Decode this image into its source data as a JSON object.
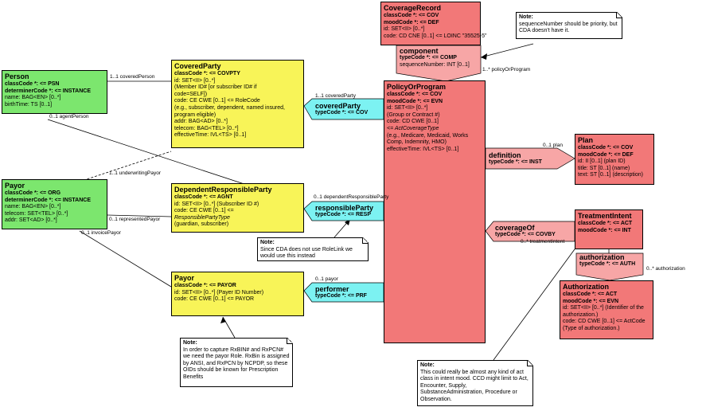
{
  "coverage_record": {
    "title": "CoverageRecord",
    "class_code": "classCode *: <= COV",
    "mood_code": "moodCode *: <= DEF",
    "id": "id: SET<II> [0..*]",
    "code": "code: CD CNE [0..1] <= LOINC \"35525-5\""
  },
  "component": {
    "title": "component",
    "type_code": "typeCode *: <= COMP",
    "seq": "sequenceNumber: INT [0..1]"
  },
  "policy": {
    "title": "PolicyOrProgram",
    "class_code": "classCode *: <= COV",
    "mood_code": "moodCode *: <= EVN",
    "lines": [
      "id: SET<II> [0..*]",
      "(Group or Contract #)",
      "code: CD CWE [0..1]",
      "<= ActCoverageType",
      "(e.g., Medicare, Medicaid, Works",
      "Comp, Indemnity, HMO)",
      "effectiveTime: IVL<TS> [0..1]"
    ]
  },
  "person": {
    "title": "Person",
    "class_code": "classCode *: <= PSN",
    "det_code": "determinerCode *: <= INSTANCE",
    "name": "name: BAG<EN> [0..*]",
    "birth": "birthTime: TS [0..1]"
  },
  "covered_party": {
    "title": "CoveredParty",
    "class_code": "classCode *: <= COVPTY",
    "lines": [
      "id: SET<II> [0..*]",
      "(Member ID# [or subscriber ID# if",
      "code=SELF])",
      "code: CE CWE [0..1] <= RoleCode",
      "(e.g., subscriber, dependent, named insured,",
      "program eligible)",
      "addr: BAG<AD> [0..*]",
      "telecom: BAG<TEL> [0..*]",
      "effectiveTime: IVL<TS> [0..1]"
    ]
  },
  "payor_entity": {
    "title": "Payor",
    "class_code": "classCode *: <= ORG",
    "det_code": "determinerCode *: <= INSTANCE",
    "name": "name: BAG<EN> [0..*]",
    "telecom": "telecom: SET<TEL> [0..*]",
    "addr": "addr: SET<AD> [0..*]"
  },
  "dependent": {
    "title": "DependentResponsibleParty",
    "class_code": "classCode *: <= AGNT",
    "lines": [
      "id: SET<II> [0..*] (Subscriber ID #)",
      "code: CE CWE [0..1] <=",
      "ResponsiblePartyType",
      "(guardian, subscriber)"
    ]
  },
  "payor_role": {
    "title": "Payor",
    "class_code": "classCode *: <= PAYOR",
    "lines": [
      "id: SET<II> [0..*] (Payer ID Number)",
      "code: CE CWE [0..1] <= PAYOR"
    ]
  },
  "covered_party_conn": {
    "title": "coveredParty",
    "type_code": "typeCode *: <= COV"
  },
  "responsible_party_conn": {
    "title": "responsibleParty",
    "type_code": "typeCode *: <= RESP"
  },
  "performer_conn": {
    "title": "performer",
    "type_code": "typeCode *: <= PRF"
  },
  "definition_conn": {
    "title": "definition",
    "type_code": "typeCode *: <= INST"
  },
  "coverage_of_conn": {
    "title": "coverageOf",
    "type_code": "typeCode *: <= COVBY"
  },
  "plan": {
    "title": "Plan",
    "class_code": "classCode *: <= COV",
    "mood_code": "moodCode *: <= DEF",
    "lines": [
      "id: II [0..1] (plan ID)",
      "title: ST [0..1] (name)",
      "text: ST [0..1] (description)"
    ]
  },
  "treatment_intent": {
    "title": "TreatmentIntent",
    "class_code": "classCode *: <= ACT",
    "mood_code": "moodCode *: <= INT"
  },
  "authorization_conn": {
    "title": "authorization",
    "type_code": "typeCode *: <= AUTH"
  },
  "authorization": {
    "title": "Authorization",
    "class_code": "classCode *: <= ACT",
    "mood_code": "moodCode *: <= EVN",
    "lines": [
      "id: SET<II> [0..*] (Identifier of the",
      "authorization.)",
      "code: CD CWE [0..1] <= ActCode",
      "(Type of authorization.)"
    ]
  },
  "notes": {
    "seq": {
      "title": "Note:",
      "text": "sequenceNumber should be priority, but CDA doesn't have it."
    },
    "rolelink": {
      "title": "Note:",
      "text": "Since CDA does not use RoleLink we would use this instead"
    },
    "payor": {
      "title": "Note:",
      "text": "In order to capture RxBIN# and RxPCN# we need the payor Role. RxBin is assigned by ANSI, and RxPCN by NCPDP, so these OIDs should be known for Prescription Benefits"
    },
    "act": {
      "title": "Note:",
      "text": "This could really be almost any kind of act class in intent mood. CCD might limit to Act, Encounter, Supply, SubstanceAdministration, Procedure or Observation."
    }
  },
  "labels": {
    "covered_person": "1..1  coveredPerson",
    "agent_person": "0..1  agentPerson",
    "underwriting_payor": "1..1  underwritingPayor",
    "represented_payor": "0..1  representedPayor",
    "invoice_payor": "0..1  invoicePayor",
    "covered_party": "1..1  coveredParty",
    "dependent_responsible_party": "0..1  dependentResponsibleParty",
    "payor": "0..1  payor",
    "policy_or_program": "1..*  policyOrProgram",
    "plan": "0..1  plan",
    "treatment_intent": "0..*  treatmentIntent",
    "authorization": "0..*  authorization"
  }
}
